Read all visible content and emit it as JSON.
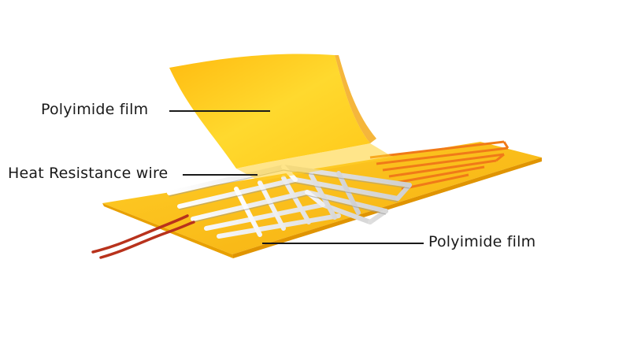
{
  "labels": {
    "top_film": "Polyimide film",
    "wire": "Heat Resistance wire",
    "bottom_film": "Polyimide film"
  },
  "colors": {
    "film_light": "#ffd21a",
    "film_mid": "#ffc20a",
    "film_edge": "#e69a00",
    "wire_silver": "#e6e6e6",
    "lead_red": "#b8321c"
  }
}
